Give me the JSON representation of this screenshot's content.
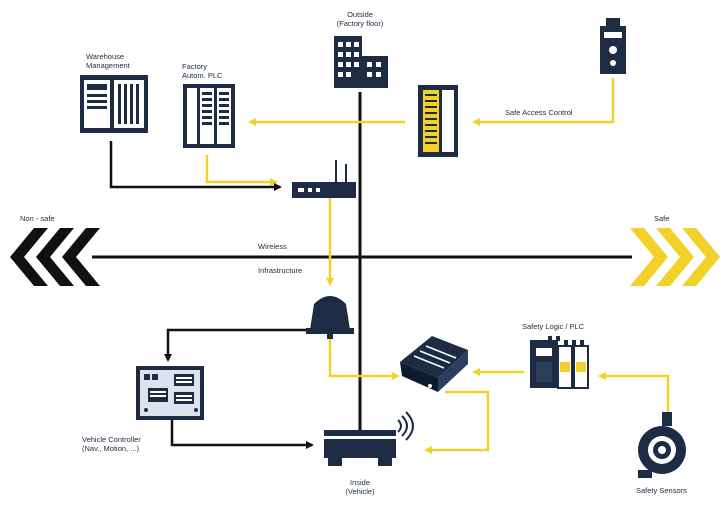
{
  "colors": {
    "navy": "#1d2b44",
    "yellow": "#f1d12a",
    "black": "#111111",
    "bg": "#ffffff"
  },
  "labels": {
    "outside": [
      "Outside",
      "(Factory floor)"
    ],
    "warehouse": [
      "Warehouse",
      "Management"
    ],
    "factory_plc": [
      "Factory",
      "Autom. PLC"
    ],
    "safe_access": "Safe Access Control",
    "non_safe": "Non - safe",
    "safe": "Safe",
    "wireless": "Wireless",
    "infrastructure": "Infrastructure",
    "safety_logic": "Safety Logic / PLC",
    "vehicle_controller": [
      "Vehicle Controller",
      "(Nav., Motion, ...)"
    ],
    "inside": [
      "Inside",
      "(Vehicle)"
    ],
    "safety_sensors": "Safety Sensors"
  },
  "icons": {
    "outside": "factory-building-icon",
    "warehouse": "server-rack-icon",
    "factory_plc": "plc-module-icon",
    "safe_access": "safety-io-module-icon",
    "access_switch": "safety-switch-icon",
    "router": "wireless-router-icon",
    "antenna": "antenna-icon",
    "gateway": "gateway-icon",
    "safety_logic": "safety-plc-icon",
    "vehicle_controller": "controller-board-icon",
    "vehicle": "agv-vehicle-icon",
    "safety_sensor": "encoder-sensor-icon"
  }
}
